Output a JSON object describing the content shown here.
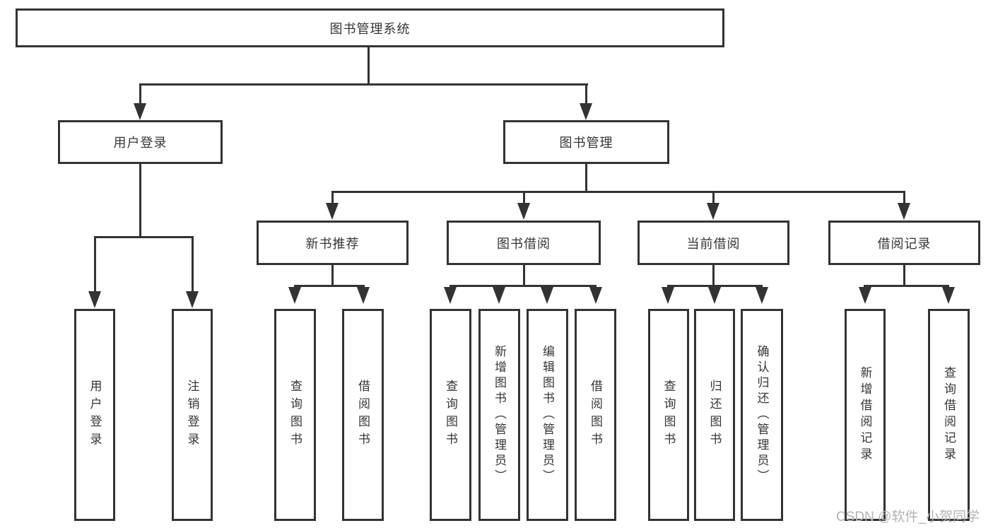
{
  "colors": {
    "line": "#333333",
    "box_border": "#333333",
    "text": "#363636",
    "watermark": "#b3b3b3",
    "background": "#ffffff"
  },
  "root": {
    "label": "图书管理系统"
  },
  "level2": {
    "user_login": {
      "label": "用户登录"
    },
    "book_mgmt": {
      "label": "图书管理"
    }
  },
  "level3": {
    "new_books": {
      "label": "新书推荐"
    },
    "book_borrow": {
      "label": "图书借阅"
    },
    "current_borrow": {
      "label": "当前借阅"
    },
    "borrow_records": {
      "label": "借阅记录"
    }
  },
  "leaves": {
    "user_login": {
      "label": "用户登录"
    },
    "logout": {
      "label": "注销登录"
    },
    "nb_query_books": {
      "label": "查询图书"
    },
    "nb_borrow_books": {
      "label": "借阅图书"
    },
    "bb_query_books": {
      "label": "查询图书"
    },
    "bb_add_books": {
      "label": "新增图书（管理员）"
    },
    "bb_edit_books": {
      "label": "编辑图书（管理员）"
    },
    "bb_borrow_books": {
      "label": "借阅图书"
    },
    "cb_query_books": {
      "label": "查询图书"
    },
    "cb_return_books": {
      "label": "归还图书"
    },
    "cb_confirm_return": {
      "label": "确认归还（管理员）"
    },
    "br_add_record": {
      "label": "新增借阅记录"
    },
    "br_query_record": {
      "label": "查询借阅记录"
    }
  },
  "watermark": "CSDN @软件_小贺同学"
}
